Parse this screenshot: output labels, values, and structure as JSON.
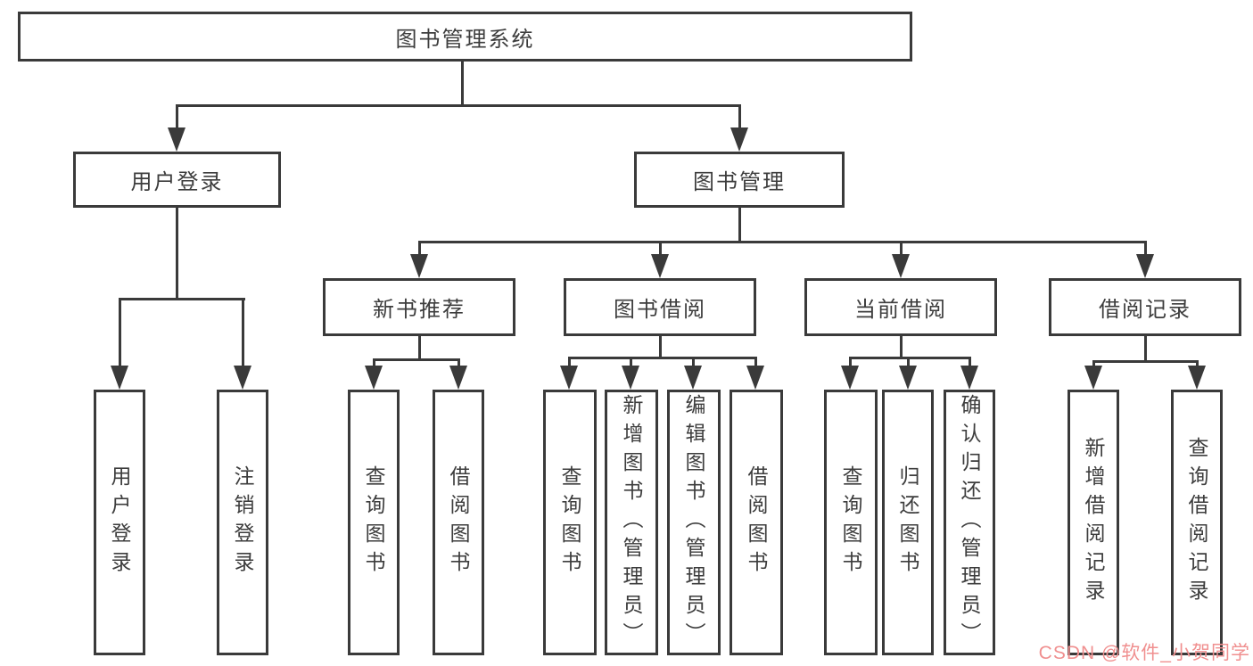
{
  "diagram_title": "图书管理系统",
  "tree": {
    "label": "图书管理系统",
    "children": [
      {
        "label": "用户登录",
        "children": [
          {
            "label": "用户登录"
          },
          {
            "label": "注销登录"
          }
        ]
      },
      {
        "label": "图书管理",
        "children": [
          {
            "label": "新书推荐",
            "children": [
              {
                "label": "查询图书"
              },
              {
                "label": "借阅图书"
              }
            ]
          },
          {
            "label": "图书借阅",
            "children": [
              {
                "label": "查询图书"
              },
              {
                "label": "新增图书（管理员）"
              },
              {
                "label": "编辑图书（管理员）"
              },
              {
                "label": "借阅图书"
              }
            ]
          },
          {
            "label": "当前借阅",
            "children": [
              {
                "label": "查询图书"
              },
              {
                "label": "归还图书"
              },
              {
                "label": "确认归还（管理员）"
              }
            ]
          },
          {
            "label": "借阅记录",
            "children": [
              {
                "label": "新增借阅记录"
              },
              {
                "label": "查询借阅记录"
              }
            ]
          }
        ]
      }
    ]
  },
  "watermark": {
    "text": "CSDN @软件_小贺同学",
    "color": "#f08f8f"
  },
  "colors": {
    "line": "#3a3a3a",
    "box_border": "#3a3a3a",
    "text": "#3d3d3d",
    "box_background": "#ffffff",
    "page_background": "#ffffff"
  }
}
